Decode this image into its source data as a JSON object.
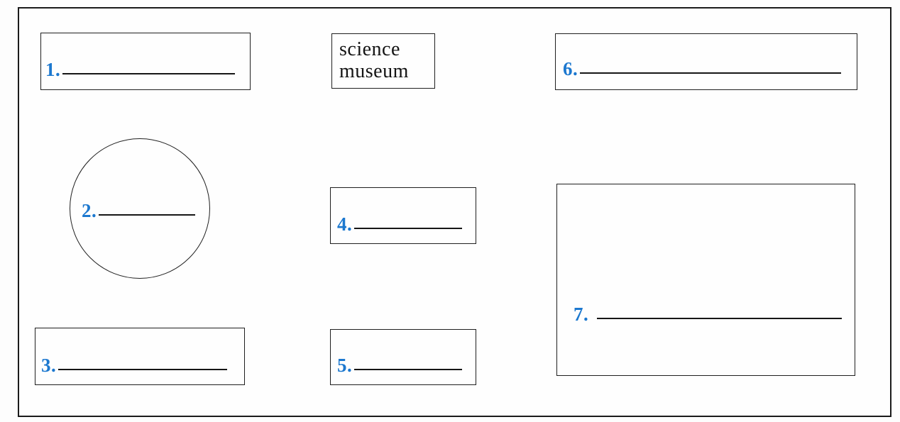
{
  "worksheet": {
    "landmark": {
      "line1": "science",
      "line2": "museum"
    },
    "items": [
      {
        "label": "1."
      },
      {
        "label": "2."
      },
      {
        "label": "3."
      },
      {
        "label": "4."
      },
      {
        "label": "5."
      },
      {
        "label": "6."
      },
      {
        "label": "7."
      }
    ],
    "colors": {
      "number_blue": "#1c78cf",
      "ink_black": "#161616",
      "background": "#fefefe"
    }
  }
}
